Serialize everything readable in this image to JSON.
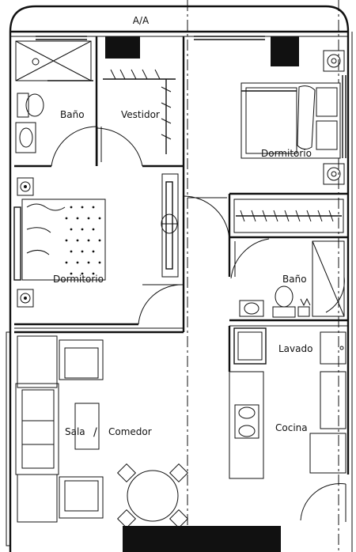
{
  "plan": {
    "section_label": "A/A",
    "rooms": {
      "bath_1": "Baño",
      "closet": "Vestidor",
      "bedroom_1": "Dormitorio",
      "bedroom_2": "Dormitorio",
      "bath_2": "Baño",
      "laundry": "Lavado",
      "living": "Sala",
      "separator": "/",
      "dining": "Comedor",
      "kitchen": "Cocina"
    }
  }
}
